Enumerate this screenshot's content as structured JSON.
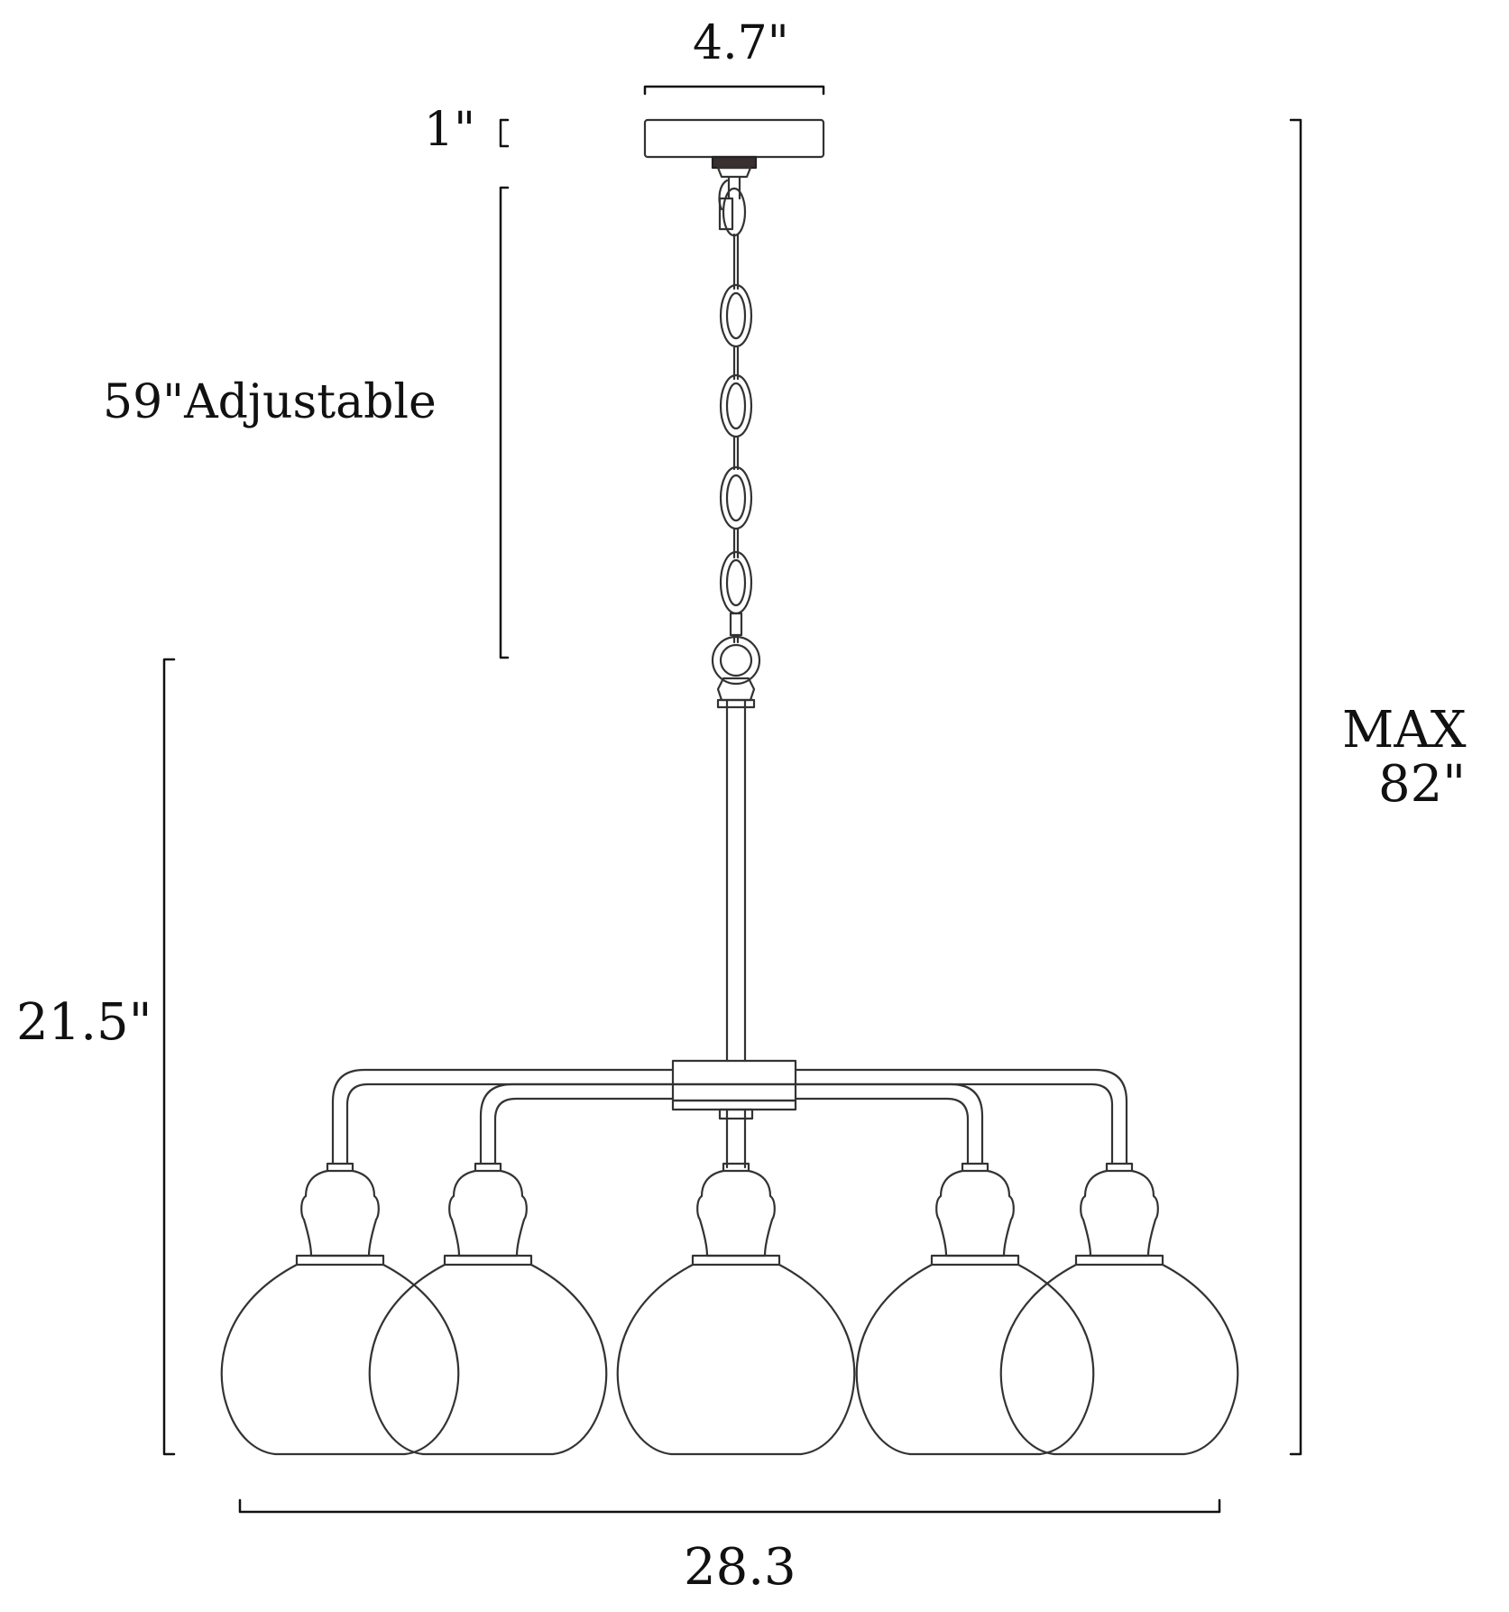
{
  "diagram": {
    "subject": "5-light chandelier dimension drawing",
    "colors": {
      "line": "#333333",
      "dim": "#111111",
      "background": "#ffffff"
    },
    "dimensions": {
      "canopy_width": "4.7\"",
      "canopy_height": "1\"",
      "chain_length": "59\"Adjustable",
      "max_height_line1": "MAX",
      "max_height_line2": "82\"",
      "fixture_height": "21.5\"",
      "fixture_width": "28.3"
    },
    "components": {
      "canopy": "ceiling-canopy",
      "chain_links": 5,
      "downrod": "downrod",
      "hub": "center-hub",
      "arms": 4,
      "shades": 5
    }
  }
}
